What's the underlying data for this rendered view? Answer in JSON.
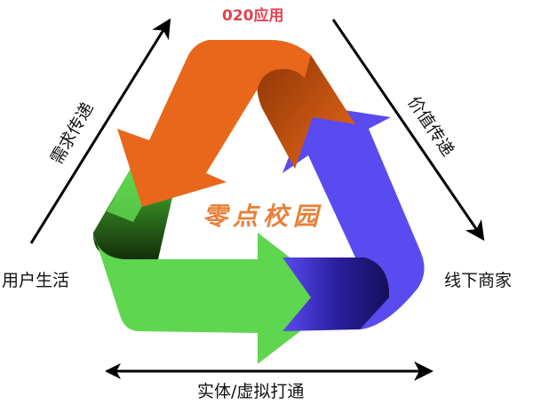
{
  "diagram": {
    "title": "020应用",
    "center_brand": "零点校园",
    "nodes": {
      "left": "用户生活",
      "right": "线下商家"
    },
    "flows": {
      "left_edge": {
        "label": "需求传递",
        "direction": "up-right"
      },
      "right_edge": {
        "label": "价值传递",
        "direction": "down-right"
      },
      "bottom_edge": {
        "label": "实体/虚拟打通",
        "direction": "bidirectional"
      }
    },
    "cycle_arrows": [
      {
        "name": "orange-arrow",
        "color": "#e8671a",
        "shade": "#9a3d06"
      },
      {
        "name": "green-arrow",
        "color": "#5fd64f",
        "shade": "#1f4a10"
      },
      {
        "name": "blue-arrow",
        "color": "#5a4bf0",
        "shade": "#1c1470"
      }
    ],
    "colors": {
      "title": "#e0424f",
      "brand": "#e8813a",
      "text": "#111111",
      "lines": "#000000"
    }
  }
}
